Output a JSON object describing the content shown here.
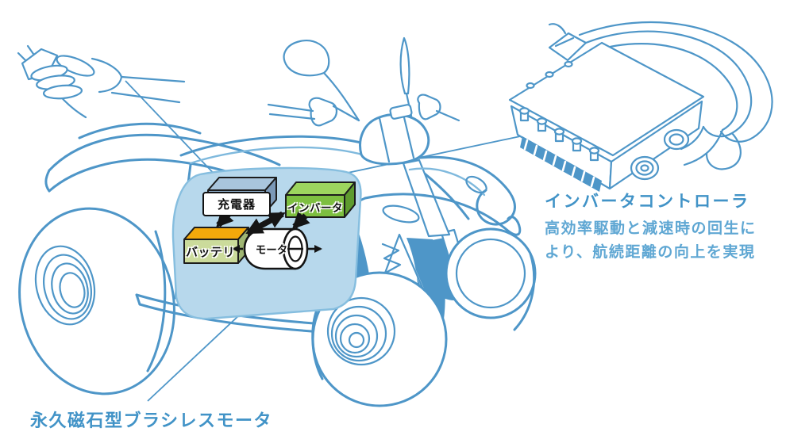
{
  "figure": {
    "description_names": [
      "electric-atv-line-art",
      "charging-hand",
      "inverter-controller-device"
    ],
    "components": {
      "charger": {
        "label": "充電器",
        "top_color": "#A9C5DC",
        "front_color": "#8FAECB",
        "side_color": "#7B99B8"
      },
      "inverter": {
        "label": "インバータ",
        "top_color": "#9DD55E",
        "front_color": "#7DBF40",
        "side_color": "#5E9B2E"
      },
      "battery": {
        "label": "バッテリ",
        "top_color": "#F4A90B",
        "front_color": "#CBDB9B",
        "side_color": "#9FB673"
      },
      "motor": {
        "label": "モータ",
        "body_color": "#FFFFFF"
      }
    },
    "arrows": [
      {
        "name": "charger-to-battery",
        "heads": "single"
      },
      {
        "name": "battery-inverter-bidirectional",
        "heads": "double"
      },
      {
        "name": "inverter-to-motor",
        "heads": "single"
      }
    ],
    "annotations": {
      "controller": {
        "title": "インバータコントローラ",
        "line1": "高効率駆動と減速時の回生に",
        "line2": "より、航続距離の向上を実現"
      },
      "motor": {
        "text": "永久磁石型ブラシレスモータ"
      }
    }
  },
  "palette": {
    "background": "#FFFFFF",
    "line_art": "#4E96C8",
    "line_art_light": "#7FB9DD",
    "solid_fill": "#4E96C8",
    "panel_fill": "#B7D8EC",
    "panel_edge": "#86BEDF",
    "arrow": "#151515",
    "title_text": "#4193C7",
    "body_text": "#5FA7D3"
  }
}
